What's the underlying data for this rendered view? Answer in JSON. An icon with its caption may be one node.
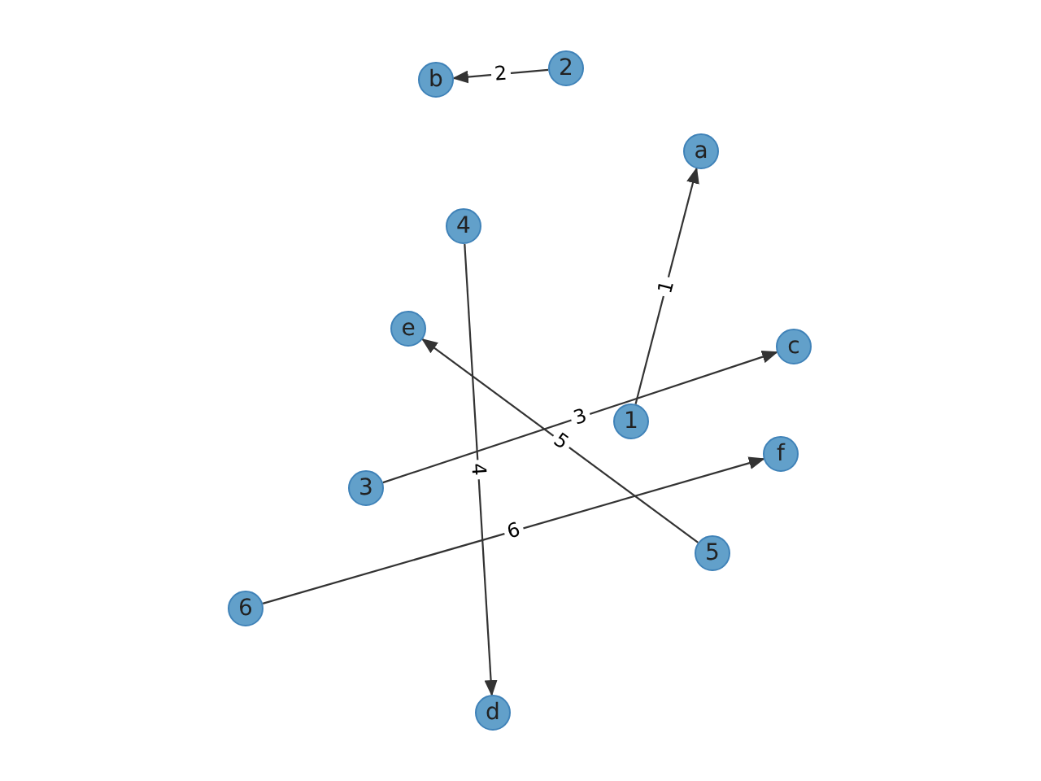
{
  "diagram": {
    "nodes": [
      {
        "text": [
          "b"
        ]
      },
      {
        "text": [
          "2"
        ]
      },
      {
        "text": [
          "a"
        ]
      },
      {
        "text": [
          "4"
        ]
      },
      {
        "text": [
          "e"
        ]
      },
      {
        "text": [
          "c"
        ]
      },
      {
        "text": [
          "1"
        ]
      },
      {
        "text": [
          "f"
        ]
      },
      {
        "text": [
          "3"
        ]
      },
      {
        "text": [
          "5"
        ]
      },
      {
        "text": [
          "6"
        ]
      },
      {
        "text": [
          "d"
        ]
      }
    ],
    "edges": [
      {
        "from": 1,
        "to": 0,
        "arrow": "to",
        "label": "2"
      },
      {
        "from": 6,
        "to": 2,
        "arrow": "to",
        "label": "1"
      },
      {
        "from": 3,
        "to": 11,
        "arrow": "to",
        "label": "4"
      },
      {
        "from": 9,
        "to": 4,
        "arrow": "to",
        "label": "5"
      },
      {
        "from": 8,
        "to": 5,
        "arrow": "to",
        "label": "3"
      },
      {
        "from": 10,
        "to": 7,
        "arrow": "to",
        "label": "6"
      }
    ]
  }
}
